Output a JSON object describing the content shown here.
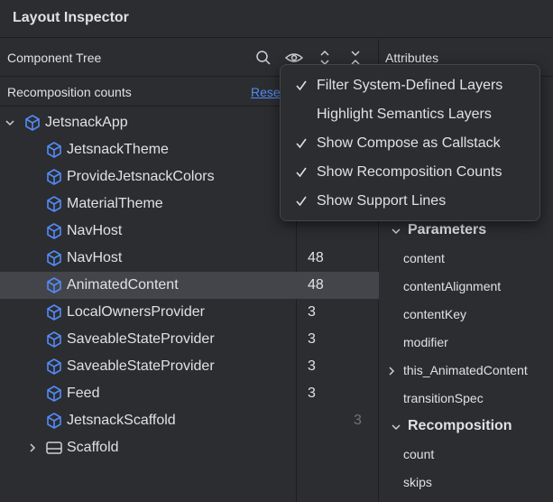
{
  "window": {
    "title": "Layout Inspector"
  },
  "component_tree": {
    "header_label": "Component Tree",
    "toolbar_icons": [
      "search-icon",
      "eye-icon",
      "expand-all-icon",
      "collapse-all-icon"
    ]
  },
  "recomposition": {
    "label": "Recomposition counts",
    "reset_label": "Reset"
  },
  "tree": {
    "rows": [
      {
        "name": "JetsnackApp",
        "count": "",
        "icon": "compose-node-icon",
        "expander": "expanded"
      },
      {
        "name": "JetsnackTheme",
        "count": "",
        "icon": "compose-node-icon",
        "expander": ""
      },
      {
        "name": "ProvideJetsnackColors",
        "count": "",
        "icon": "compose-node-icon",
        "expander": ""
      },
      {
        "name": "MaterialTheme",
        "count": "",
        "icon": "compose-node-icon",
        "expander": ""
      },
      {
        "name": "NavHost",
        "count": "",
        "icon": "compose-node-icon",
        "expander": ""
      },
      {
        "name": "NavHost",
        "count": "48",
        "icon": "compose-node-icon",
        "expander": ""
      },
      {
        "name": "AnimatedContent",
        "count": "48",
        "icon": "compose-node-icon",
        "expander": "",
        "selected": true
      },
      {
        "name": "LocalOwnersProvider",
        "count": "3",
        "icon": "compose-node-icon",
        "expander": ""
      },
      {
        "name": "SaveableStateProvider",
        "count": "3",
        "icon": "compose-node-icon",
        "expander": ""
      },
      {
        "name": "SaveableStateProvider",
        "count": "3",
        "icon": "compose-node-icon",
        "expander": ""
      },
      {
        "name": "Feed",
        "count": "3",
        "icon": "compose-node-icon",
        "expander": ""
      },
      {
        "name": "JetsnackScaffold",
        "count": "3",
        "icon": "compose-node-icon",
        "expander": "",
        "dim_count": true
      },
      {
        "name": "Scaffold",
        "count": "",
        "icon": "scaffold-layout-icon",
        "expander": "collapsed"
      }
    ]
  },
  "attributes": {
    "header_label": "Attributes",
    "parameters_label": "Parameters",
    "parameters": [
      "content",
      "contentAlignment",
      "contentKey",
      "modifier",
      "this_AnimatedContent",
      "transitionSpec"
    ],
    "recomposition_label": "Recomposition",
    "recomposition_items": [
      "count",
      "skips"
    ]
  },
  "view_options_menu": {
    "items": [
      {
        "label": "Filter System-Defined Layers",
        "checked": true
      },
      {
        "label": "Highlight Semantics Layers",
        "checked": false
      },
      {
        "label": "Show Compose as Callstack",
        "checked": true
      },
      {
        "label": "Show Recomposition Counts",
        "checked": true
      },
      {
        "label": "Show Support Lines",
        "checked": true
      }
    ]
  },
  "colors": {
    "background": "#2b2d30",
    "selection": "#43454a",
    "link": "#548af7",
    "compose_icon": "#548af7",
    "text": "#dfe1e5",
    "dim_text": "#6f737a"
  }
}
